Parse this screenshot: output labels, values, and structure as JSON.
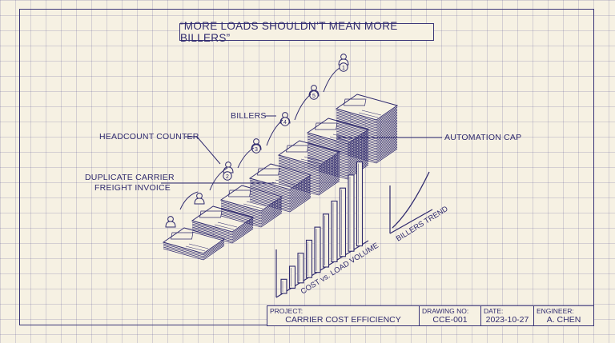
{
  "title": "“MORE LOADS SHOULDN’T MEAN MORE BILLERS”",
  "callouts": {
    "billers": "BILLERS",
    "headcount_counter": "HEADCOUNT COUNTER",
    "duplicate_invoice_line1": "DUPLICATE CARRIER",
    "duplicate_invoice_line2": "FREIGHT INVOICE",
    "automation_cap": "AUTOMATION CAP"
  },
  "step_numbers": [
    "2",
    "3",
    "4",
    "5",
    "1"
  ],
  "cost_chart": {
    "label": "COST vs. LOAD VOLUME",
    "values": [
      1,
      2,
      3,
      4,
      5,
      6,
      7,
      8,
      9,
      10
    ]
  },
  "trend_chart": {
    "label": "BILLERS TREND"
  },
  "title_block": {
    "project_header": "PROJECT:",
    "project_value": "CARRIER COST EFFICIENCY",
    "drawing_header": "DRAWING NO:",
    "drawing_value": "CCE-001",
    "date_header": "DATE:",
    "date_value": "2023-10-27",
    "engineer_header": "ENGINEER:",
    "engineer_value": "A. CHEN"
  },
  "colors": {
    "ink": "#2f2a6e",
    "paper": "#f6f1e3",
    "grid": "#5a5696"
  }
}
